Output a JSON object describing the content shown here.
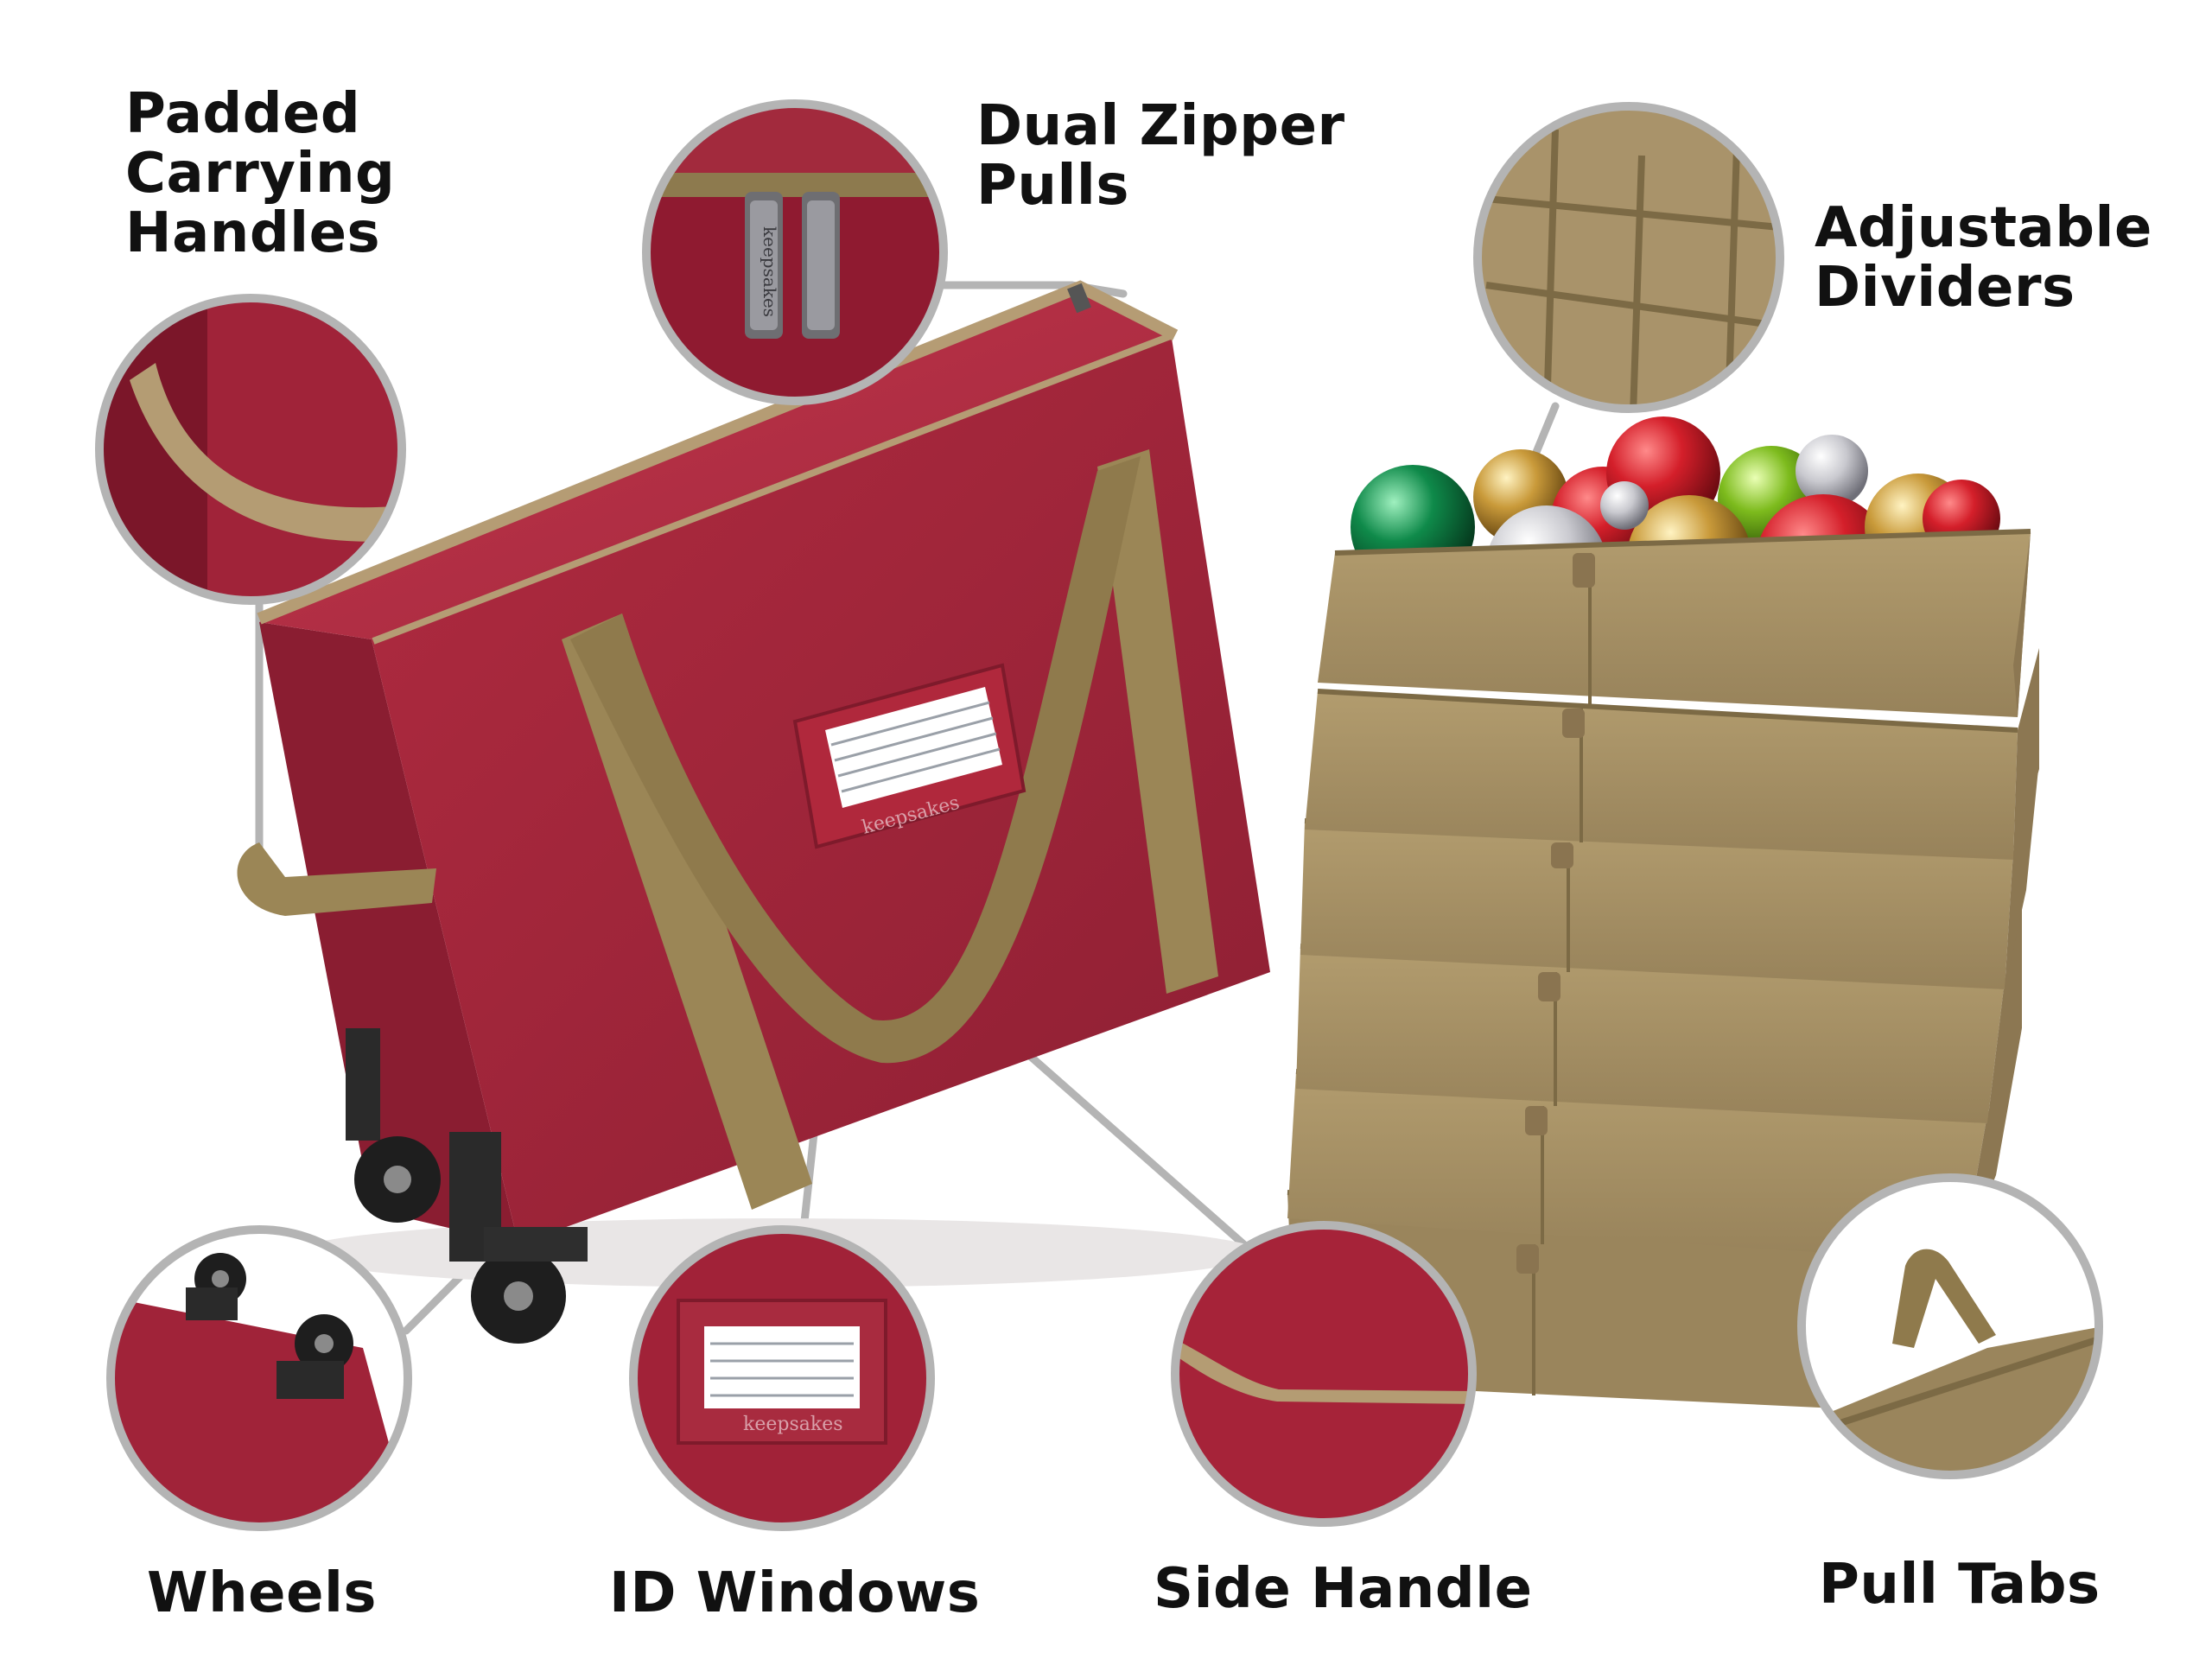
{
  "labels": {
    "padded_handles": [
      "Padded",
      "Carrying",
      "Handles"
    ],
    "dual_zipper": [
      "Dual Zipper",
      "Pulls"
    ],
    "adjustable_dividers": [
      "Adjustable",
      "Dividers"
    ],
    "wheels": "Wheels",
    "id_windows": "ID Windows",
    "side_handle": "Side Handle",
    "pull_tabs": "Pull Tabs"
  },
  "brand": {
    "tag_text": "keepsakes",
    "zipper_text": "keepsakes"
  },
  "colors": {
    "bag_red": "#a3263a",
    "bag_red_dark": "#7e1a2b",
    "strap_tan": "#9b8656",
    "tray_tan": "#a89266",
    "leader_gray": "#b4b4b4",
    "label_text": "#111111"
  },
  "icons": {
    "ornament": "ornament-ball-icon",
    "wheel": "caster-wheel-icon",
    "zipper": "zipper-pull-icon"
  }
}
